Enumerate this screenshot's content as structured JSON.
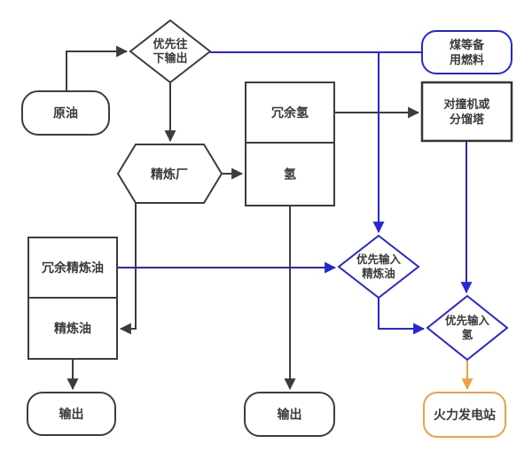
{
  "diagram_title": "oil-hydrogen-processing-flowchart",
  "colors": {
    "node_stroke": "#3c3c3c",
    "priority_blue": "#2526d9",
    "power_orange": "#f0a242",
    "text": "#3a3a3a",
    "background": "#ffffff"
  },
  "nodes": {
    "priority_down_output": {
      "type": "decision-diamond",
      "line1": "优先往",
      "line2": "下输出"
    },
    "crude_oil": {
      "type": "rounded",
      "label": "原油"
    },
    "refinery": {
      "type": "hexagon",
      "label": "精炼厂"
    },
    "hydrogen_box": {
      "type": "split-rect",
      "top": "冗余氢",
      "bottom": "氢"
    },
    "coal_backup_fuel": {
      "type": "rounded-blue",
      "line1": "煤等备",
      "line2": "用燃料"
    },
    "collider_or_fractionator": {
      "type": "rect",
      "line1": "对撞机或",
      "line2": "分馏塔"
    },
    "refined_oil_box": {
      "type": "split-rect",
      "top": "冗余精炼油",
      "bottom": "精炼油"
    },
    "output_left": {
      "type": "rounded",
      "label": "输出"
    },
    "output_middle": {
      "type": "rounded",
      "label": "输出"
    },
    "priority_input_refined_oil": {
      "type": "decision-diamond-blue",
      "line1": "优先输入",
      "line2": "精炼油"
    },
    "priority_input_hydrogen": {
      "type": "decision-diamond-blue",
      "line1": "优先输入",
      "line2": "氢"
    },
    "thermal_power_station": {
      "type": "rounded-orange",
      "label": "火力发电站"
    }
  }
}
